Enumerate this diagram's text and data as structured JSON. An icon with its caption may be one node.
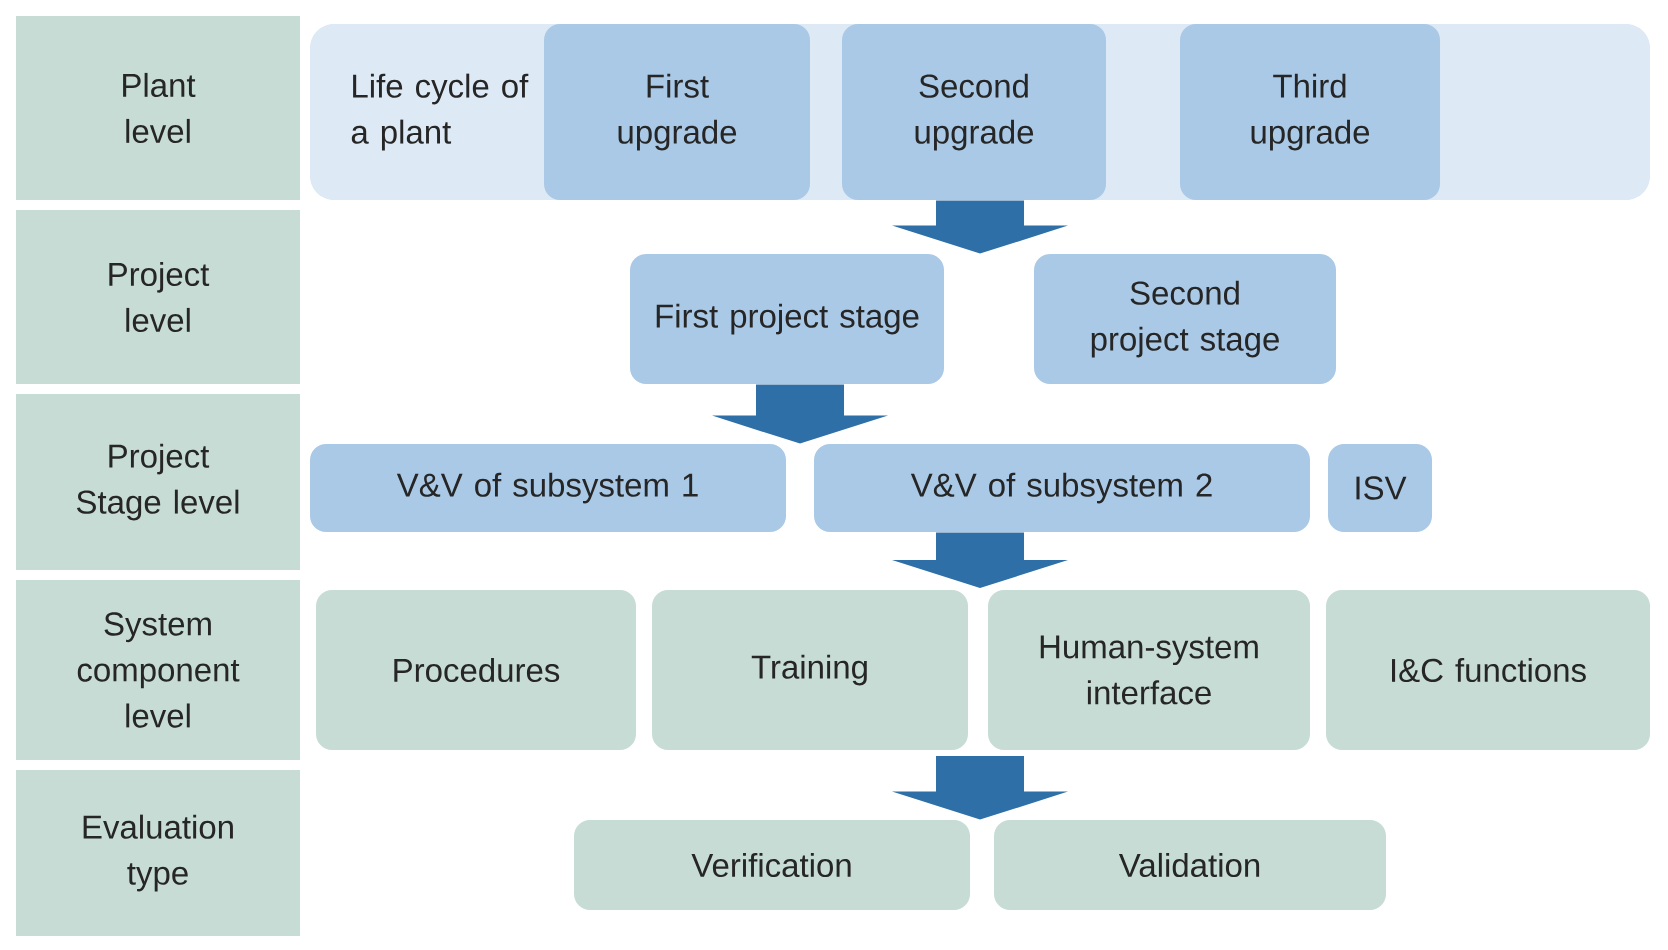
{
  "diagram": {
    "nodes": [
      {
        "text": [
          "Plant level"
        ]
      },
      {
        "text": [
          "Life cycle of a plant"
        ]
      },
      {
        "text": [
          "First upgrade"
        ],
        "in": 1
      },
      {
        "text": [
          "Second upgrade"
        ],
        "in": 1
      },
      {
        "text": [
          "Third upgrade"
        ],
        "in": 1
      },
      {
        "text": [
          "Project level"
        ]
      },
      {
        "text": [
          "First project stage"
        ]
      },
      {
        "text": [
          "Second project stage"
        ]
      },
      {
        "text": [
          "Project Stage level"
        ]
      },
      {
        "text": [
          "V&V of subsystem 1"
        ]
      },
      {
        "text": [
          "V&V of subsystem 2"
        ]
      },
      {
        "text": [
          "ISV"
        ]
      },
      {
        "text": [
          "System component level"
        ]
      },
      {
        "text": [
          "Procedures"
        ]
      },
      {
        "text": [
          "Training"
        ]
      },
      {
        "text": [
          "Human-system interface"
        ]
      },
      {
        "text": [
          "I&C functions"
        ]
      },
      {
        "text": [
          "Evaluation type"
        ]
      },
      {
        "text": [
          "Verification"
        ]
      },
      {
        "text": [
          "Validation"
        ]
      }
    ],
    "edges": [
      {
        "from": 1,
        "to": 6,
        "arrow": "to"
      },
      {
        "from": 6,
        "to": 9,
        "arrow": "to"
      },
      {
        "from": 10,
        "to": null,
        "arrow": "to"
      },
      {
        "from": null,
        "to": 18,
        "arrow": "to"
      }
    ]
  }
}
